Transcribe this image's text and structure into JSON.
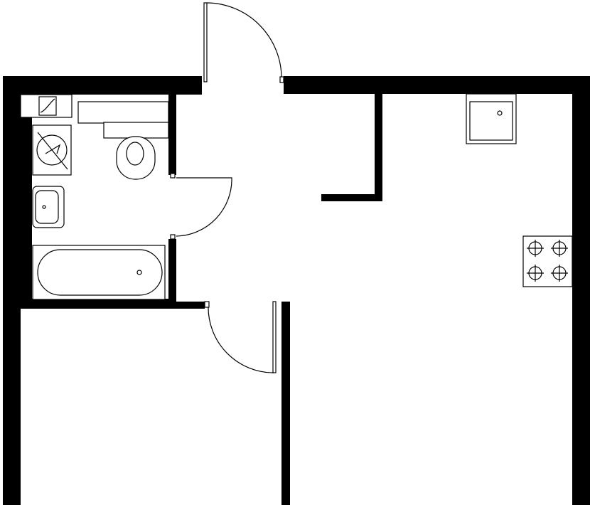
{
  "plan": {
    "wall_color": "#000000",
    "background_color": "#ffffff",
    "rooms": [
      "bathroom",
      "hallway",
      "bedroom",
      "kitchen-living"
    ],
    "fixtures": [
      "electrical-panel-icon",
      "washing-machine-icon",
      "toilet-icon",
      "sink-icon",
      "bathtub-icon",
      "kitchen-sink-icon",
      "stove-icon"
    ],
    "doors": [
      "entrance-door",
      "bathroom-door",
      "bedroom-door"
    ]
  }
}
